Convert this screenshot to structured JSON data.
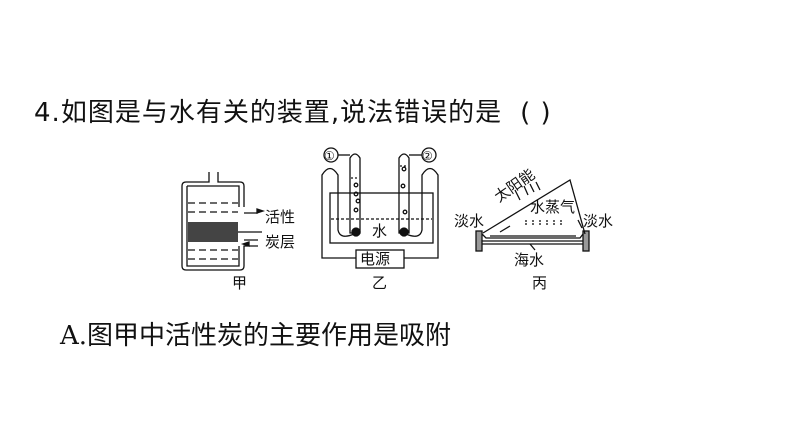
{
  "question": {
    "number": "4.",
    "stem": "如图是与水有关的装置,说法错误的是",
    "paren": "(    )"
  },
  "figures": {
    "jia": {
      "caption": "甲",
      "label_line1": "活性",
      "label_line2": "炭层"
    },
    "yi": {
      "caption": "乙",
      "tube1": "①",
      "tube2": "②",
      "water": "水",
      "power": "电源"
    },
    "bing": {
      "caption": "丙",
      "sun": "太阳能",
      "vapor": "水蒸气",
      "fresh_left": "淡水",
      "fresh_right": "淡水",
      "sea": "海水"
    }
  },
  "options": {
    "A": "A.图甲中活性炭的主要作用是吸附"
  }
}
